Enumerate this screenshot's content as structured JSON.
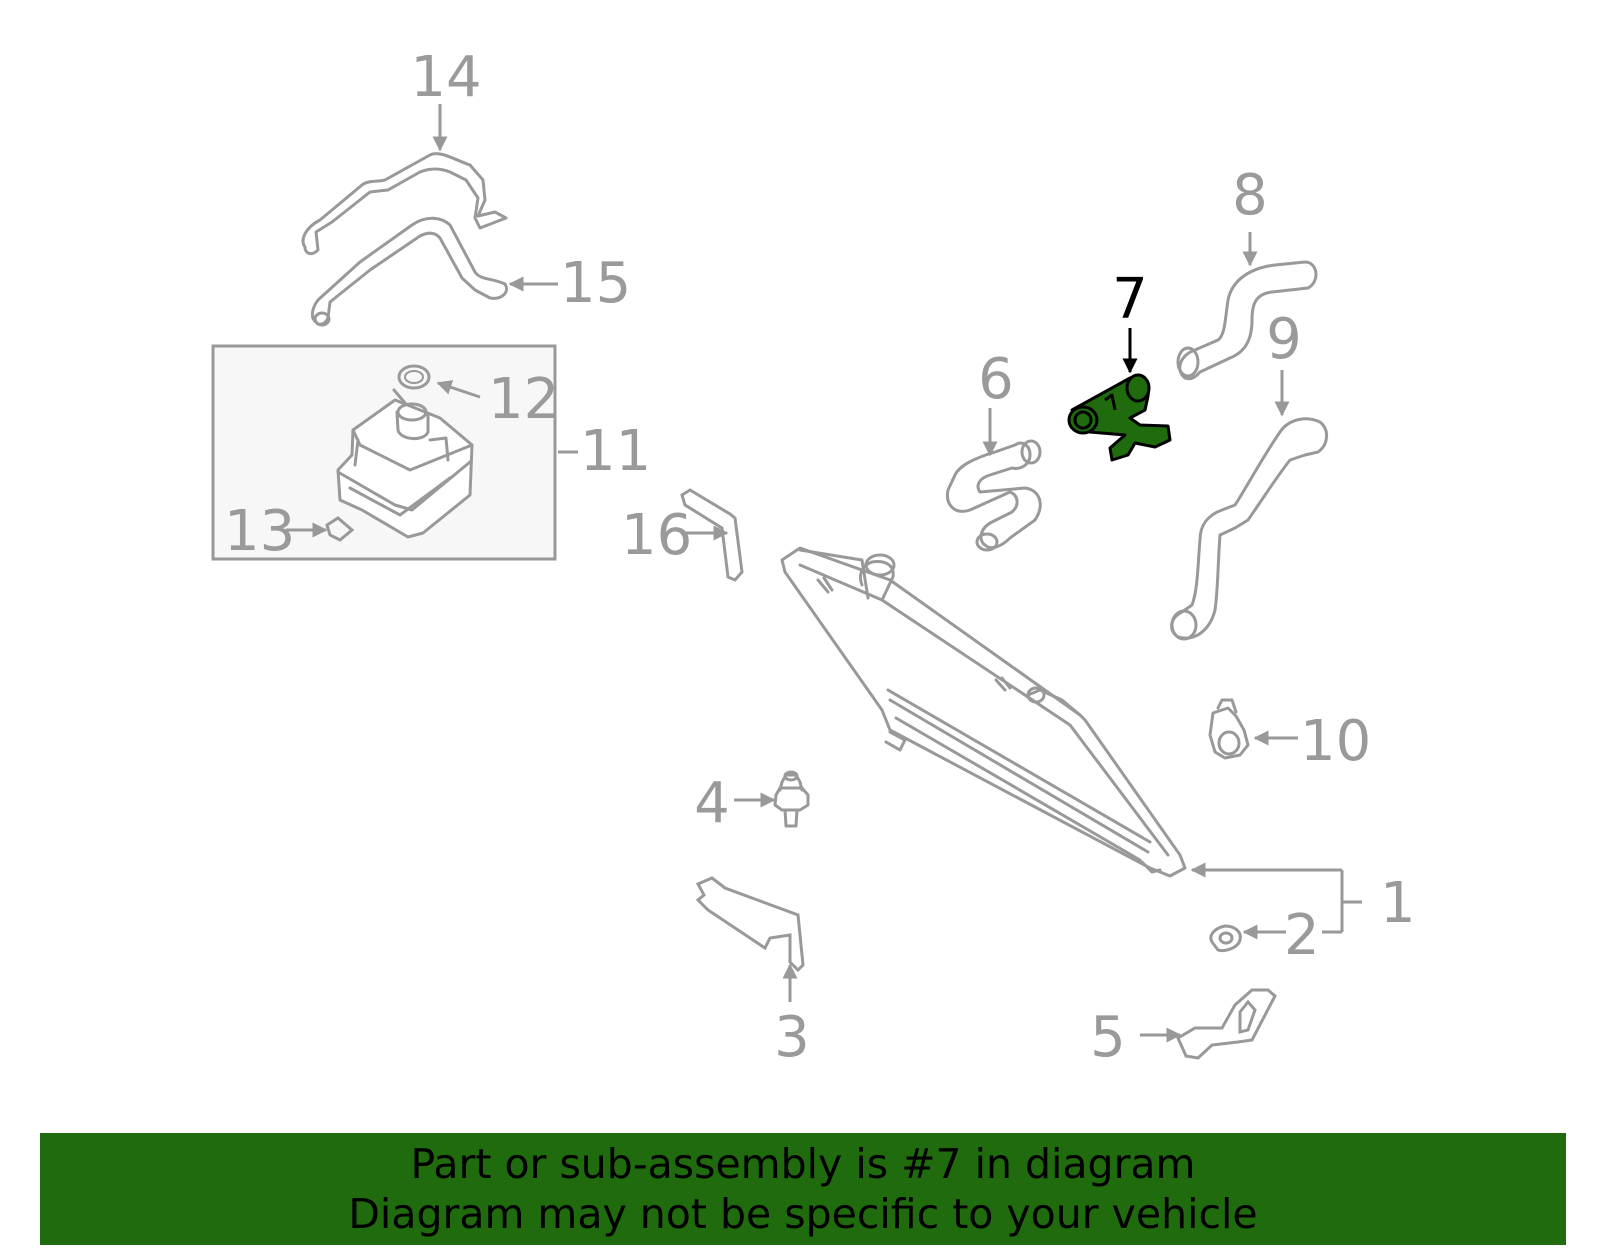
{
  "diagram": {
    "highlighted_part": "7",
    "colors": {
      "part_stroke": "#999999",
      "callout_text": "#9a9a9a",
      "highlight_fill": "#1f6b0e",
      "highlight_label": "#000000",
      "reservoir_box_fill": "#f7f7f7",
      "banner_background": "#1f6b0e"
    },
    "callouts": {
      "c1": "1",
      "c2": "2",
      "c3": "3",
      "c4": "4",
      "c5": "5",
      "c6": "6",
      "c7": "7",
      "c8": "8",
      "c9": "9",
      "c10": "10",
      "c11": "11",
      "c12": "12",
      "c13": "13",
      "c14": "14",
      "c15": "15",
      "c16": "16"
    }
  },
  "banner": {
    "line1": "Part or sub-assembly is #7 in diagram",
    "line2": "Diagram may not be specific to your vehicle"
  }
}
